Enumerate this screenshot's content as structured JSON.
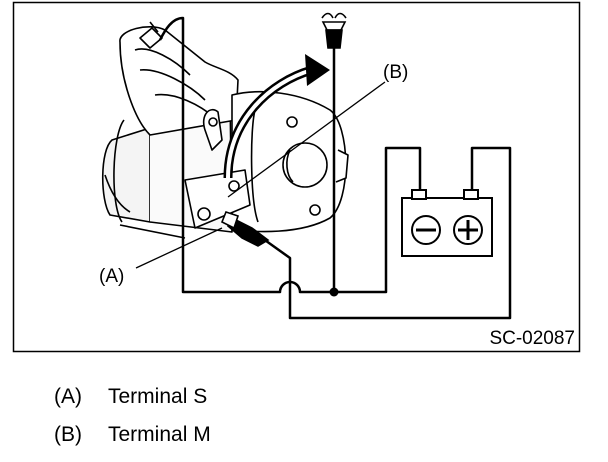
{
  "figure": {
    "code": "SC-02087",
    "callouts": {
      "a": "(A)",
      "b": "(B)"
    }
  },
  "legend": [
    {
      "key": "(A)",
      "text": "Terminal S"
    },
    {
      "key": "(B)",
      "text": "Terminal M"
    }
  ],
  "colors": {
    "ink": "#000000",
    "paper": "#ffffff",
    "shade": "#c8c8c8"
  },
  "icons": [
    "starter-motor-icon",
    "battery-icon",
    "alligator-clip-icon",
    "arrow-icon"
  ]
}
